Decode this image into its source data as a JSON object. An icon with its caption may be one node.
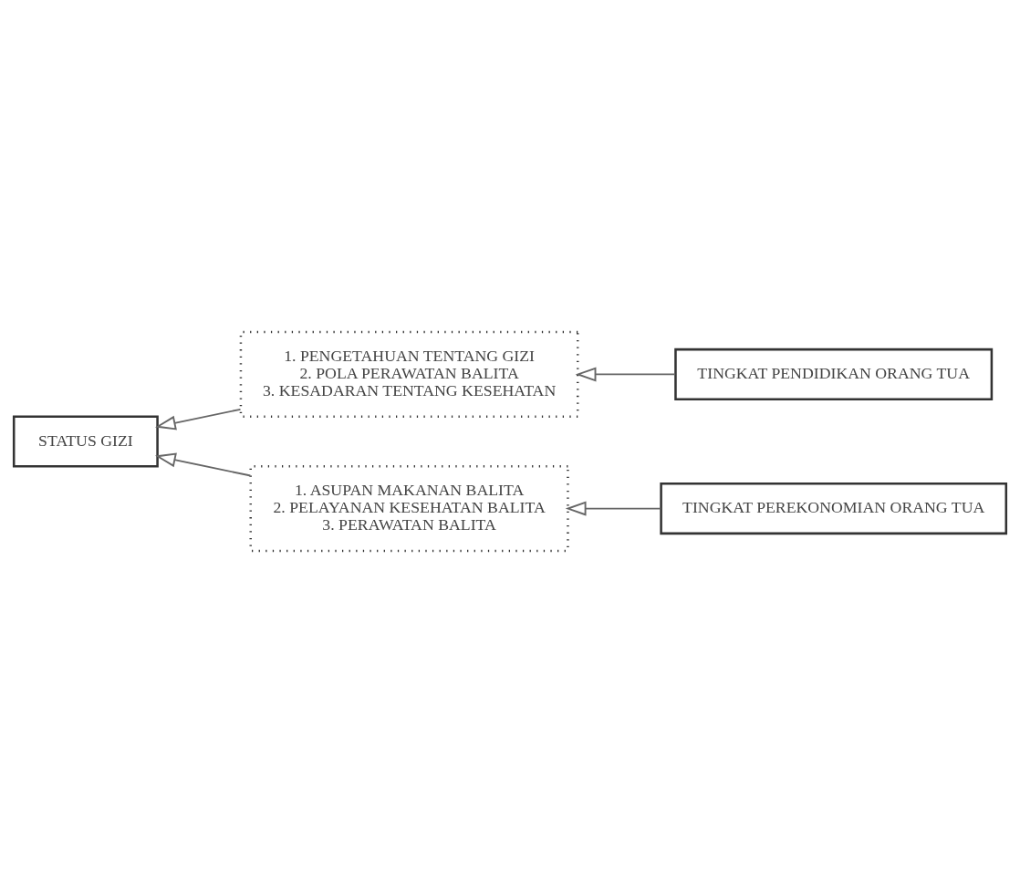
{
  "diagram": {
    "nodes": [
      {
        "text": [
          "1. ASUPAN MAKANAN BALITA",
          "2. PELAYANAN KESEHATAN BALITA",
          "3. PERAWATAN BALITA"
        ]
      },
      {
        "text": [
          "TINGKAT PEREKONOMIAN ORANG TUA"
        ]
      },
      {
        "text": [
          "STATUS GIZI"
        ]
      },
      {
        "text": [
          "1. PENGETAHUAN TENTANG GIZI",
          "2. POLA PERAWATAN BALITA",
          "3. KESADARAN TENTANG KESEHATAN"
        ]
      },
      {
        "text": [
          "TINGKAT PENDIDIKAN ORANG TUA"
        ]
      }
    ],
    "edges": [
      {
        "from": 1,
        "to": 0,
        "arrow": "to"
      },
      {
        "from": 0,
        "to": 2,
        "arrow": "to"
      },
      {
        "from": 4,
        "to": 3,
        "arrow": "to"
      },
      {
        "from": 3,
        "to": 2,
        "arrow": "to"
      }
    ]
  }
}
